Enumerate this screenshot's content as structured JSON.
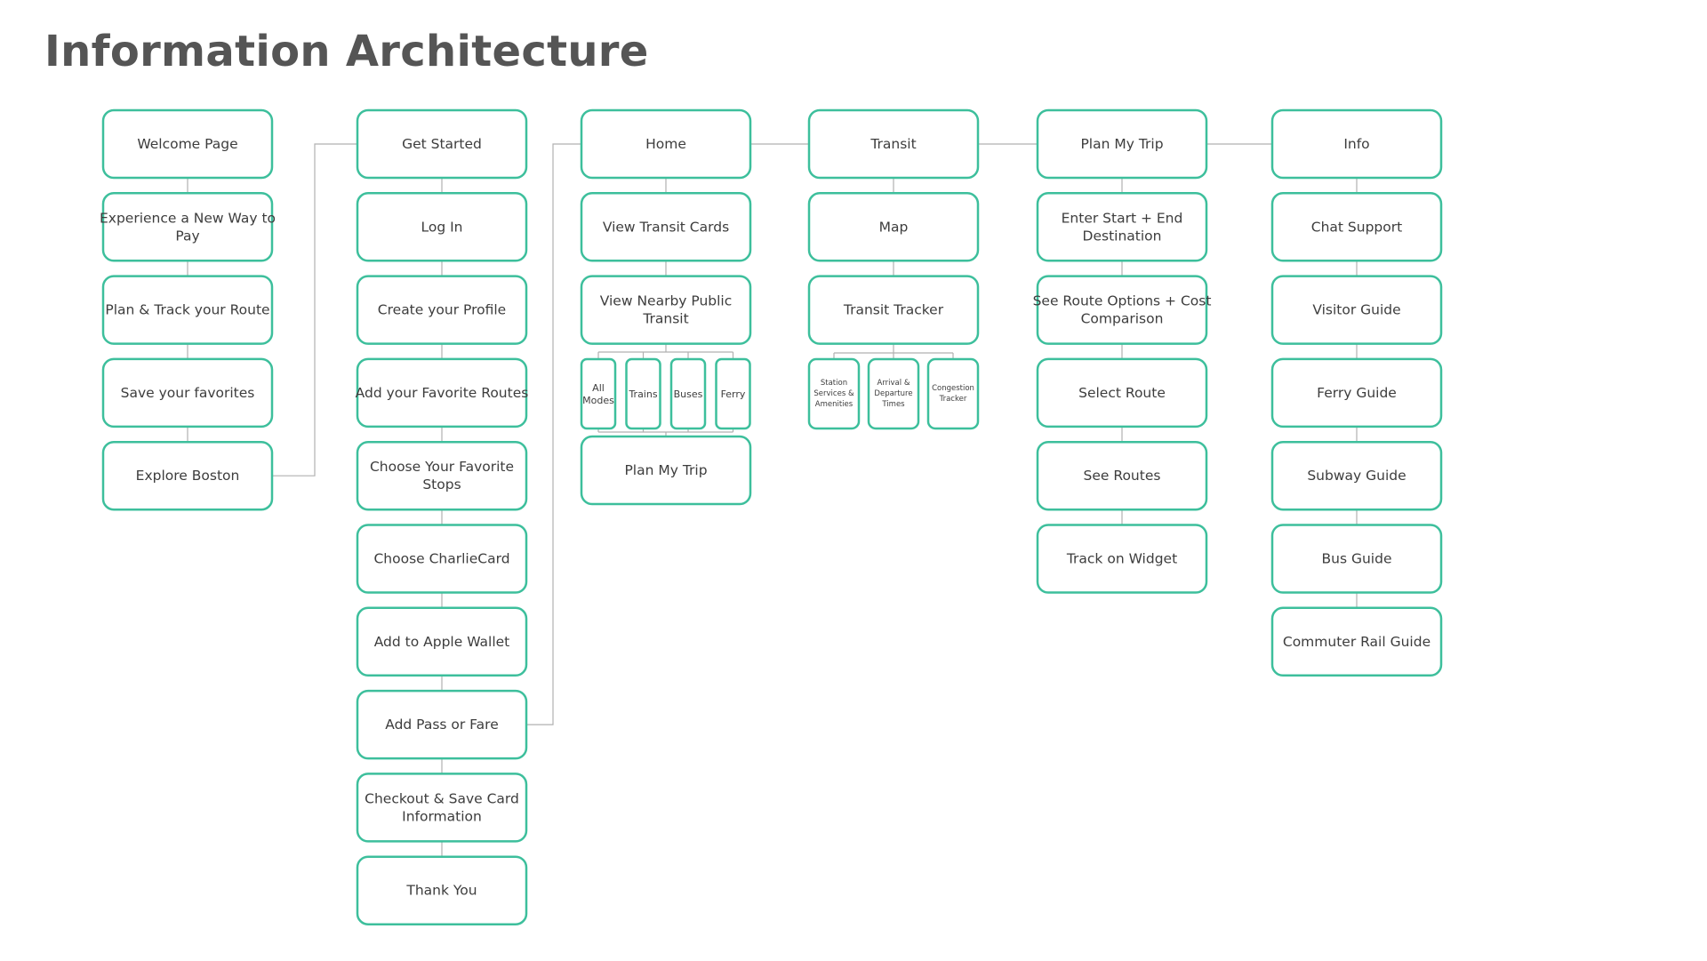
{
  "title": "Information Architecture",
  "colors": {
    "node_border": "#3dbf9c",
    "connector": "#b0b0b0",
    "title": "#555555",
    "text": "#3d3d3d"
  },
  "columns": [
    {
      "id": "onboarding",
      "nodes": [
        {
          "label": "Welcome Page"
        },
        {
          "label": "Experience a New Way to Pay"
        },
        {
          "label": "Plan & Track your Route"
        },
        {
          "label": "Save your favorites"
        },
        {
          "label": "Explore Boston"
        }
      ]
    },
    {
      "id": "get-started",
      "nodes": [
        {
          "label": "Get Started"
        },
        {
          "label": "Log In"
        },
        {
          "label": "Create your Profile"
        },
        {
          "label": "Add your Favorite Routes"
        },
        {
          "label": "Choose Your Favorite Stops"
        },
        {
          "label": "Choose CharlieCard"
        },
        {
          "label": "Add to Apple Wallet"
        },
        {
          "label": "Add Pass or Fare"
        },
        {
          "label": "Checkout & Save Card Information"
        },
        {
          "label": "Thank You"
        }
      ]
    },
    {
      "id": "home",
      "nodes": [
        {
          "label": "Home"
        },
        {
          "label": "View Transit Cards"
        },
        {
          "label": "View Nearby Public Transit"
        },
        {
          "label": "Plan My Trip"
        }
      ],
      "chips": [
        {
          "label": "All Modes"
        },
        {
          "label": "Trains"
        },
        {
          "label": "Buses"
        },
        {
          "label": "Ferry"
        }
      ]
    },
    {
      "id": "transit",
      "nodes": [
        {
          "label": "Transit"
        },
        {
          "label": "Map"
        },
        {
          "label": "Transit Tracker"
        }
      ],
      "chips": [
        {
          "label": "Station Services & Amenities"
        },
        {
          "label": "Arrival & Departure Times"
        },
        {
          "label": "Congestion Tracker"
        }
      ]
    },
    {
      "id": "plan-my-trip",
      "nodes": [
        {
          "label": "Plan My Trip"
        },
        {
          "label": "Enter Start + End Destination"
        },
        {
          "label": "See Route Options + Cost Comparison"
        },
        {
          "label": "Select Route"
        },
        {
          "label": "See Routes"
        },
        {
          "label": "Track on Widget"
        }
      ]
    },
    {
      "id": "info",
      "nodes": [
        {
          "label": "Info"
        },
        {
          "label": "Chat Support"
        },
        {
          "label": "Visitor Guide"
        },
        {
          "label": "Ferry Guide"
        },
        {
          "label": "Subway Guide"
        },
        {
          "label": "Bus Guide"
        },
        {
          "label": "Commuter Rail Guide"
        }
      ]
    }
  ]
}
